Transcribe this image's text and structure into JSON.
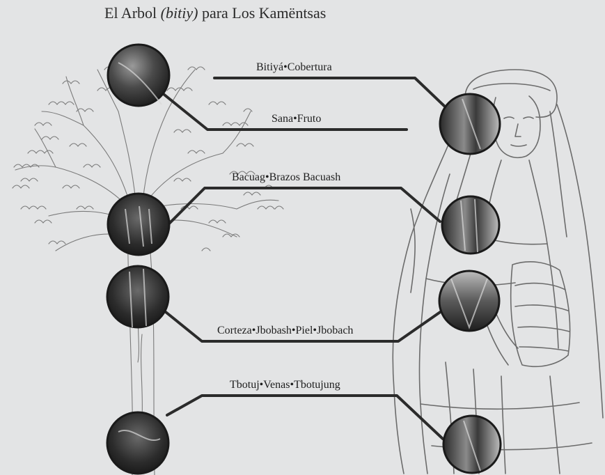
{
  "title": {
    "prefix": "El Arbol ",
    "italic": "(bitiy)",
    "suffix": " para Los Kamëntsas"
  },
  "labels": {
    "cobertura": "Bitiyá•Cobertura",
    "fruto": "Sana•Fruto",
    "brazos": "Bacuag•Brazos Bacuash",
    "corteza": "Corteza•Jbobash•Piel•Jbobach",
    "venas": "Tbotuj•Venas•Tbotujung"
  },
  "colors": {
    "background": "#e3e4e5",
    "line": "#2b2b2b",
    "sketch": "#6b6b6b"
  }
}
